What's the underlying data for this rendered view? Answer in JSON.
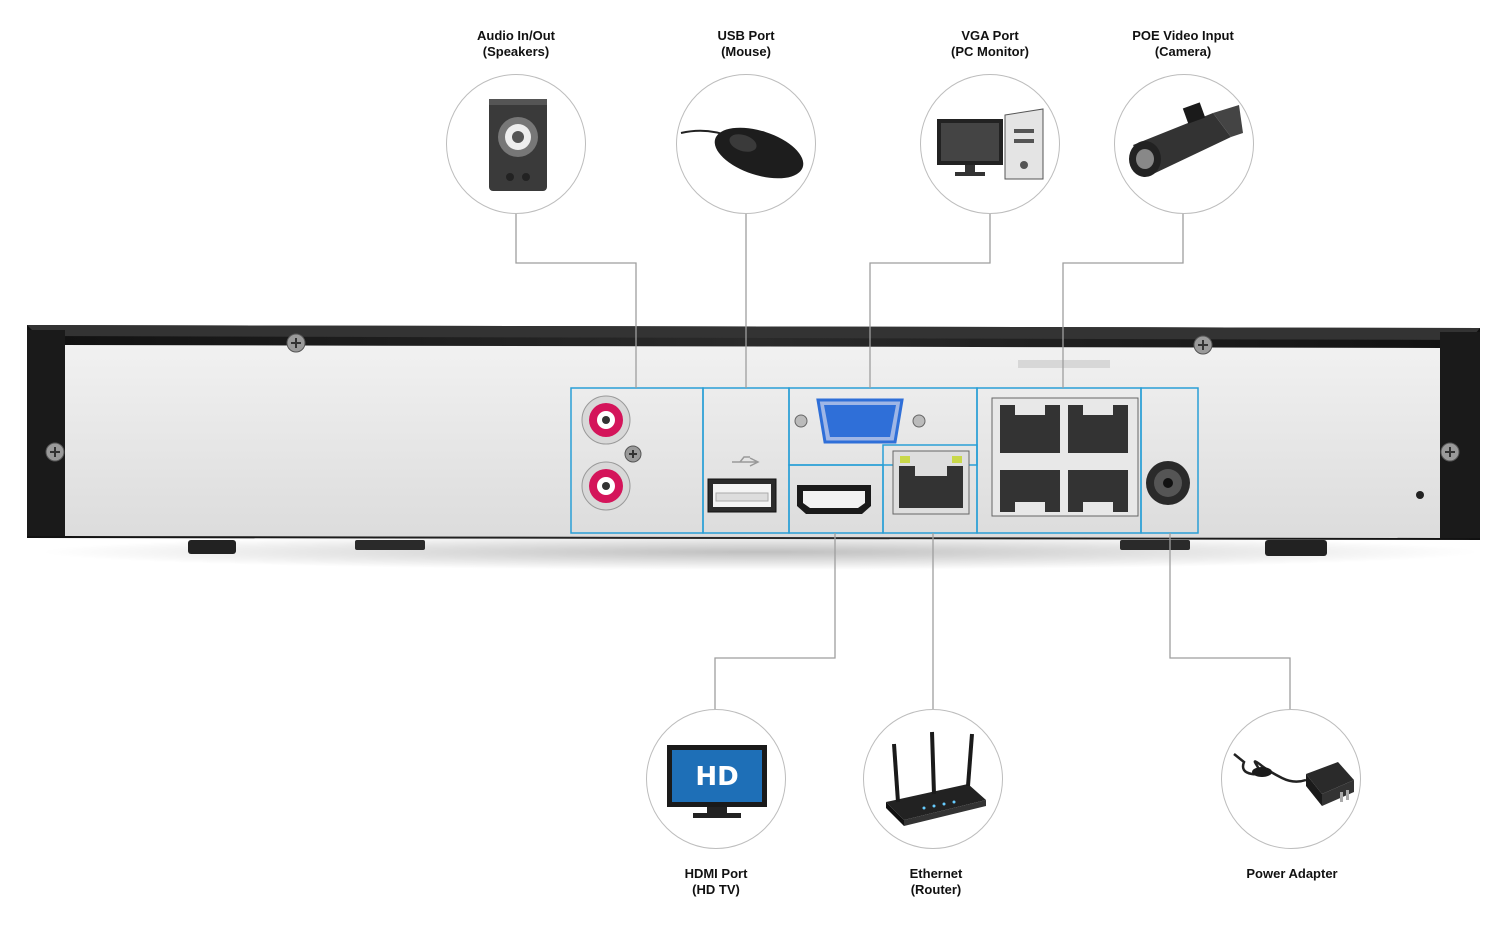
{
  "devices": {
    "audio": {
      "name": "Audio In/Out",
      "detail": "(Speakers)",
      "icon": "speaker-icon"
    },
    "usb": {
      "name": "USB Port",
      "detail": "(Mouse)",
      "icon": "mouse-icon"
    },
    "vga": {
      "name": "VGA Port",
      "detail": "(PC Monitor)",
      "icon": "pc-monitor-icon"
    },
    "poe": {
      "name": "POE Video Input",
      "detail": "(Camera)",
      "icon": "camera-icon"
    },
    "hdmi": {
      "name": "HDMI Port",
      "detail": "(HD TV)",
      "icon": "hdtv-icon",
      "screen_text": "HD"
    },
    "eth": {
      "name": "Ethernet",
      "detail": "(Router)",
      "icon": "router-icon"
    },
    "power": {
      "name": "Power Adapter",
      "detail": "",
      "icon": "power-adapter-icon"
    }
  },
  "colors": {
    "highlight_box": "#2a9fd6",
    "leader_line": "#9e9e9e",
    "panel": "#e6e6e6",
    "chassis": "#1c1c1c",
    "rca_red": "#d4145a",
    "vga_blue": "#2f6fd8"
  }
}
